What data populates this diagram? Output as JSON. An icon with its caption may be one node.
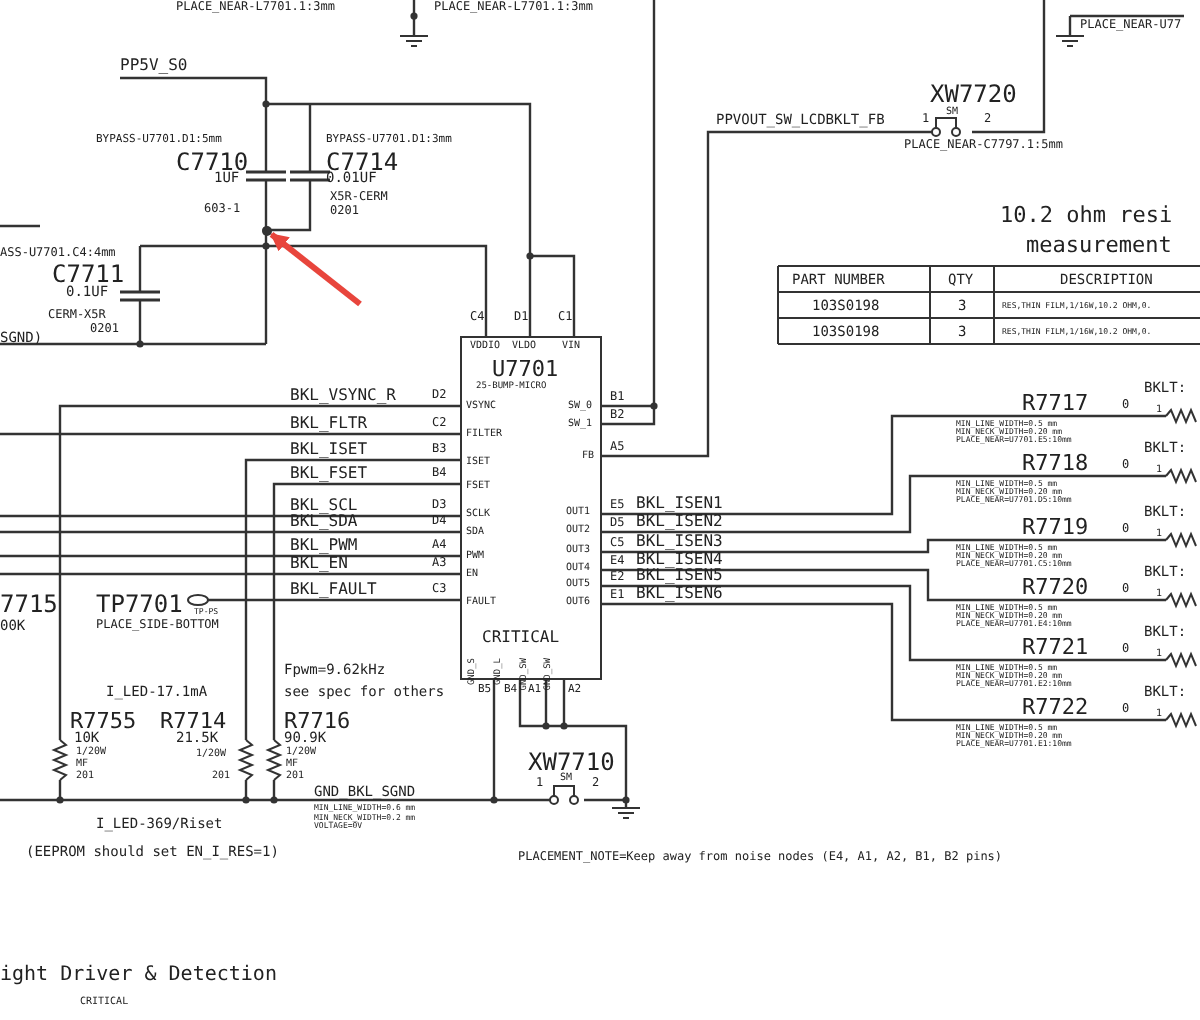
{
  "diagram": {
    "nodes": [
      {
        "text": [
          "VDDIO",
          "VLDO",
          "VIN",
          "U7701",
          "25-BUMP-MICRO",
          "VSYNC",
          "FILTER",
          "ISET",
          "FSET",
          "SCLK",
          "SDA",
          "PWM",
          "EN",
          "FAULT",
          "SW_0",
          "SW_1",
          "FB",
          "OUT1",
          "OUT2",
          "OUT3",
          "OUT4",
          "OUT5",
          "OUT6",
          "CRITICAL",
          "GND_S",
          "GND_L",
          "GND_SW",
          "GND_SW"
        ]
      },
      {
        "text": [],
        "shape": "circle"
      }
    ],
    "edges": [
      {
        "from": null,
        "to": 1,
        "arrow": "to",
        "color": "#e8453c"
      }
    ],
    "labels": [
      "PLACE_NEAR-L7701.1:3mm",
      "PLACE_NEAR-L7701.1:3mm",
      "PLACE_NEAR-U77",
      "PP5V_S0",
      "BYPASS-U7701.D1:5mm",
      "C7710",
      "1UF",
      "603-1",
      "BYPASS-U7701.D1:3mm",
      "C7714",
      "0.01UF",
      "X5R-CERM",
      "0201",
      "ASS-U7701.C4:4mm",
      "C7711",
      "0.1UF",
      "CERM-X5R",
      "0201",
      "SGND)",
      "C4",
      "D1",
      "C1",
      "XW7720",
      "SM",
      "1",
      "2",
      "PPVOUT_SW_LCDBKLT_FB",
      "PLACE_NEAR-C7797.1:5mm",
      "10.2 ohm resi",
      "measurement",
      "PART NUMBER",
      "QTY",
      "DESCRIPTION",
      "103S0198",
      "3",
      "RES,THIN FILM,1/16W,10.2 OHM,0.",
      "103S0198",
      "3",
      "RES,THIN FILM,1/16W,10.2 OHM,0.",
      "BKL_VSYNC_R",
      "D2",
      "BKL_FLTR",
      "C2",
      "BKL_ISET",
      "B3",
      "BKL_FSET",
      "B4",
      "BKL_SCL",
      "D3",
      "BKL_SDA",
      "D4",
      "BKL_PWM",
      "A4",
      "BKL_EN",
      "A3",
      "BKL_FAULT",
      "C3",
      "B1",
      "B2",
      "A5",
      "E5",
      "BKL_ISEN1",
      "D5",
      "BKL_ISEN2",
      "C5",
      "BKL_ISEN3",
      "E4",
      "BKL_ISEN4",
      "E2",
      "BKL_ISEN5",
      "E1",
      "BKL_ISEN6",
      "BKLT:",
      "R7717",
      "0",
      "1",
      "MIN_LINE_WIDTH=0.5 mm",
      "MIN_NECK_WIDTH=0.20 mm",
      "PLACE_NEAR=U7701.E5:10mm",
      "BKLT:",
      "R7718",
      "0",
      "1",
      "MIN_LINE_WIDTH=0.5 mm",
      "MIN_NECK_WIDTH=0.20 mm",
      "PLACE_NEAR=U7701.D5:10mm",
      "BKLT:",
      "R7719",
      "0",
      "1",
      "MIN_LINE_WIDTH=0.5 mm",
      "MIN_NECK_WIDTH=0.20 mm",
      "PLACE_NEAR=U7701.C5:10mm",
      "BKLT:",
      "R7720",
      "0",
      "1",
      "MIN_LINE_WIDTH=0.5 mm",
      "MIN_NECK_WIDTH=0.20 mm",
      "PLACE_NEAR=U7701.E4:10mm",
      "BKLT:",
      "R7721",
      "0",
      "1",
      "MIN_LINE_WIDTH=0.5 mm",
      "MIN_NECK_WIDTH=0.20 mm",
      "PLACE_NEAR=U7701.E2:10mm",
      "BKLT:",
      "R7722",
      "0",
      "1",
      "MIN_LINE_WIDTH=0.5 mm",
      "MIN_NECK_WIDTH=0.20 mm",
      "PLACE_NEAR=U7701.E1:10mm",
      "7715",
      "00K",
      "TP7701",
      "TP-PS",
      "PLACE_SIDE-BOTTOM",
      "Fpwm=9.62kHz",
      "I_LED-17.1mA",
      "see spec for others",
      "R7755",
      "10K",
      "1/20W",
      "MF",
      "201",
      "R7714",
      "21.5K",
      "1/20W",
      "201",
      "R7716",
      "90.9K",
      "1/20W",
      "MF",
      "201",
      "B5",
      "B4",
      "A1",
      "A2",
      "GND_BKL_SGND",
      "MIN_LINE_WIDTH=0.6 mm",
      "MIN_NECK_WIDTH=0.2 mm",
      "VOLTAGE=0V",
      "XW7710",
      "SM",
      "1",
      "2",
      "I_LED-369/Riset",
      "(EEPROM should set EN_I_RES=1)",
      "PLACEMENT_NOTE=Keep away from noise nodes (E4, A1, A2, B1, B2 pins)",
      "ight Driver & Detection",
      "CRITICAL"
    ]
  }
}
